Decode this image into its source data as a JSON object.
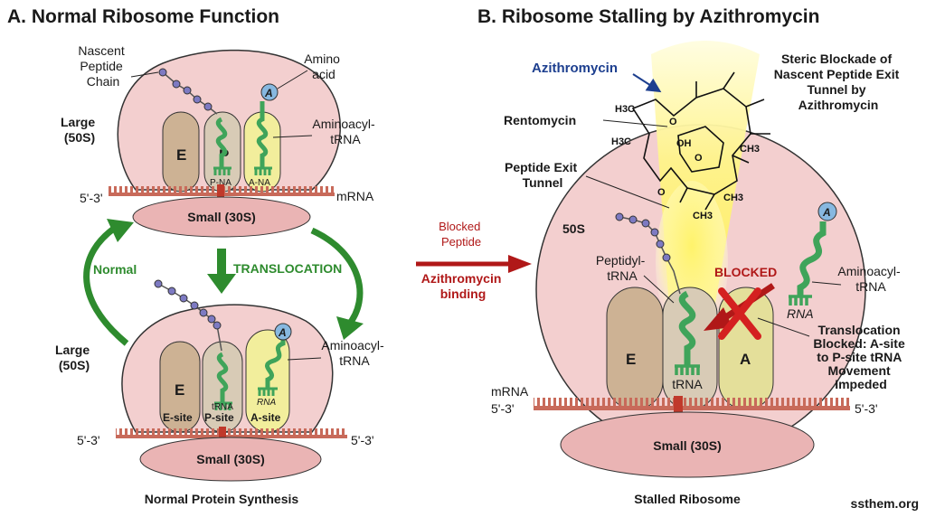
{
  "panel_a": {
    "title": "A. Normal Ribosome Function",
    "nascent_peptide": [
      "Nascent",
      "Peptide",
      "Chain"
    ],
    "amino_acid": [
      "Amino",
      "acid"
    ],
    "a_letter": "A",
    "large_subunit": [
      "Large",
      "(50S)"
    ],
    "aminoacyl_trna": [
      "Aminoacyl-",
      "tRNA"
    ],
    "site_e": "E",
    "site_p": "P",
    "p_na": "P-NA",
    "a_na": "A-NA",
    "five_three": "5'-3'",
    "mrna": "mRNA",
    "small_subunit": "Small (30S)",
    "normal_label": "Normal",
    "translocation_label": "TRANSLOCATION",
    "bottom": {
      "large_subunit": [
        "Large",
        "(50S)"
      ],
      "aminoacyl_trna": [
        "Aminoacyl-",
        "tRNA"
      ],
      "a_letter": "A",
      "site_e": "E",
      "trna_p": "tRNA",
      "rna_a": "RNA",
      "e_site": "E-site",
      "p_site": "P-site",
      "a_site": "A-site",
      "five_three_left": "5'-3'",
      "five_three_right": "5'-3'",
      "small_subunit": "Small (30S)"
    },
    "caption": "Normal Protein Synthesis"
  },
  "panel_b": {
    "title": "B. Ribosome Stalling by Azithromycin",
    "azithromycin": "Azithromycin",
    "rentomycin": "Rentomycin",
    "peptide_exit": [
      "Peptide Exit",
      "Tunnel"
    ],
    "steric": [
      "Steric Blockade of",
      "Nascent Peptide Exit",
      "Tunnel by",
      "Azithromycin"
    ],
    "chem_labels": [
      "H3C",
      "H3C",
      "O",
      "OH",
      "O",
      "O",
      "CH3",
      "CH3",
      "CH3"
    ],
    "label_50s": "50S",
    "peptidyl_trna": [
      "Peptidyl-",
      "tRNA"
    ],
    "blocked": "BLOCKED",
    "a_letter": "A",
    "aminoacyl_trna": [
      "Aminoacyl-",
      "tRNA"
    ],
    "rna": "RNA",
    "translocation_blocked": [
      "Translocation",
      "Blocked: A-site",
      "to P-site tRNA",
      "Movement",
      "Impeded"
    ],
    "site_e": "E",
    "site_a": "A",
    "trna": "tRNA",
    "mrna": "mRNA",
    "five_three_left": "5'-3'",
    "five_three_right": "5'-3'",
    "small_subunit": "Small (30S)",
    "caption": "Stalled Ribosome"
  },
  "middle": {
    "blocked_peptide": [
      "Blocked",
      "Peptide"
    ],
    "azithromycin_binding": [
      "Azithromycin",
      "binding"
    ]
  },
  "watermark": "ssthem.org",
  "colors": {
    "large_subunit": "#f3cfcf",
    "small_subunit": "#eab4b4",
    "e_site": "#cdb294",
    "p_site": "#d8cbb6",
    "a_site": "#f2ee9c",
    "trna": "#3fa45a",
    "mrna": "#c86a5a",
    "peptide": "#7d7ac2",
    "arrow_green": "#2e8b2e",
    "arrow_red": "#b01818",
    "blue": "#1d3f8f"
  }
}
